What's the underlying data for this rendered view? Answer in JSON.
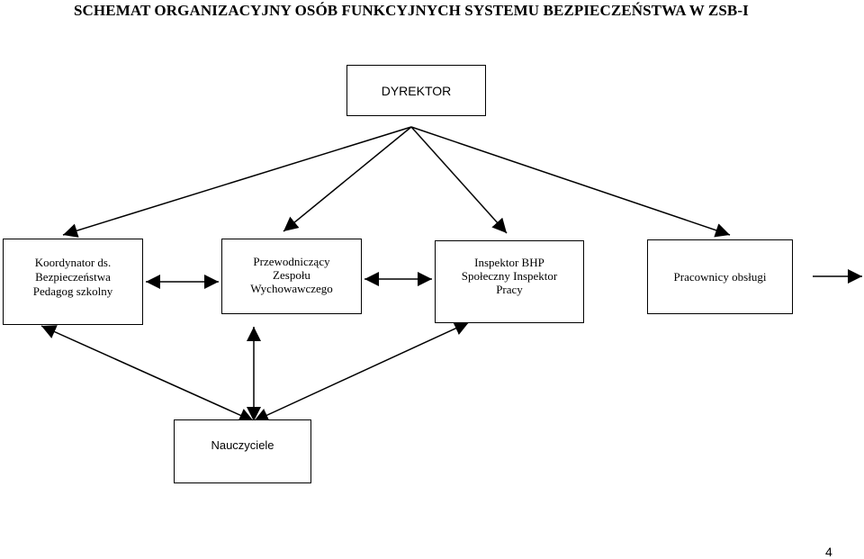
{
  "title": "SCHEMAT ORGANIZACYJNY OSÓB FUNKCYJNYCH SYSTEMU  BEZPIECZEŃSTWA W ZSB-I",
  "nodes": {
    "dyrektor": "DYREKTOR",
    "koordynator": "Koordynator ds.\nBezpieczeństwa\nPedagog szkolny",
    "przewodniczacy": "Przewodniczący\nZespołu\nWychowawczego",
    "inspektor": "Inspektor BHP\nSpołeczny Inspektor\nPracy",
    "pracownicy": "Pracownicy obsługi",
    "nauczyciele": "Nauczyciele"
  },
  "page_number": "4"
}
